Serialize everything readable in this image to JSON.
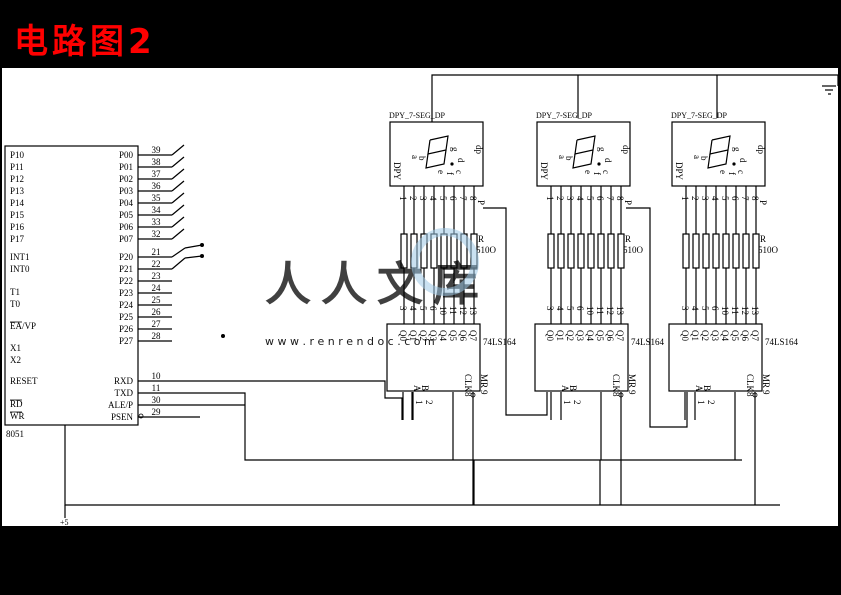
{
  "title": "电路图2",
  "mcu": {
    "name": "8051",
    "left_pins": [
      "P10",
      "P11",
      "P12",
      "P13",
      "P14",
      "P15",
      "P16",
      "P17",
      "INT1",
      "INT0",
      "T1",
      "T0",
      "EA/VP",
      "X1",
      "X2",
      "RESET",
      "RD",
      "WR"
    ],
    "right_pins": [
      "P00",
      "P01",
      "P02",
      "P03",
      "P04",
      "P05",
      "P06",
      "P07",
      "P20",
      "P21",
      "P22",
      "P23",
      "P24",
      "P25",
      "P26",
      "P27",
      "RXD",
      "TXD",
      "ALE/P",
      "PSEN"
    ],
    "right_pin_numbers": [
      "39",
      "38",
      "37",
      "36",
      "35",
      "34",
      "33",
      "32",
      "21",
      "22",
      "23",
      "24",
      "25",
      "26",
      "27",
      "28",
      "10",
      "11",
      "30",
      "29"
    ]
  },
  "display": {
    "label": "DPY_7-SEG_DP",
    "seg_letters": [
      "a",
      "b",
      "c",
      "d",
      "e",
      "f",
      "g"
    ],
    "dp_label": "dp",
    "dpy_label": "DPY",
    "pin_numbers": [
      "1",
      "2",
      "3",
      "4",
      "5",
      "6",
      "7",
      "8"
    ]
  },
  "resistor": {
    "label": "R",
    "value": "510O"
  },
  "shift_register": {
    "label": "74LS164",
    "out_labels": [
      "Q0",
      "Q1",
      "Q2",
      "Q3",
      "Q4",
      "Q5",
      "Q6",
      "Q7"
    ],
    "out_numbers": [
      "3",
      "4",
      "5",
      "6",
      "10",
      "11",
      "12",
      "13"
    ],
    "pin_a": "A",
    "pin_a_num": "1",
    "pin_b": "B",
    "pin_b_num": "2",
    "pin_clk": "CLK",
    "pin_clk_num": "8",
    "pin_mr": "MR",
    "pin_mr_num": "9"
  },
  "power_label": "+5",
  "watermark": {
    "logo_text": "人人文库",
    "url": "w w w . r e n r e n d o c . c o m"
  }
}
